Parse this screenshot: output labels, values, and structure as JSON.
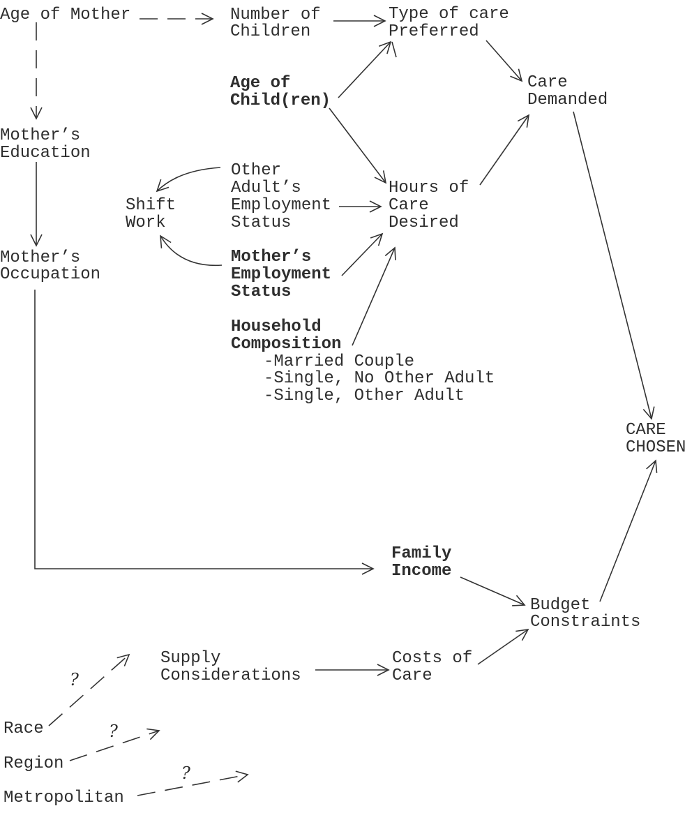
{
  "diagram": {
    "nodes": {
      "age_of_mother": [
        "Age of Mother"
      ],
      "number_of_children": [
        "Number of",
        "Children"
      ],
      "type_of_care": [
        "Type of care",
        "Preferred"
      ],
      "age_of_children": [
        "Age of",
        "Child(ren)"
      ],
      "care_demanded": [
        "Care",
        "Demanded"
      ],
      "mothers_education": [
        "Mother’s",
        "Education"
      ],
      "other_adult_employment": [
        "Other",
        "Adult’s",
        "Employment",
        "Status"
      ],
      "shift_work": [
        "Shift",
        "Work"
      ],
      "hours_of_care": [
        "Hours of",
        "Care",
        "Desired"
      ],
      "mothers_occupation": [
        "Mother’s",
        "Occupation"
      ],
      "mothers_employment": [
        "Mother’s",
        "Employment",
        "Status"
      ],
      "household_composition": [
        "Household",
        "Composition"
      ],
      "household_types": [
        "-Married Couple",
        "-Single, No Other Adult",
        "-Single, Other Adult"
      ],
      "care_chosen": [
        "CARE",
        "CHOSEN"
      ],
      "family_income": [
        "Family",
        "Income"
      ],
      "budget_constraints": [
        "Budget",
        "Constraints"
      ],
      "supply_considerations": [
        "Supply",
        "Considerations"
      ],
      "costs_of_care": [
        "Costs of",
        "Care"
      ],
      "race": [
        "Race"
      ],
      "region": [
        "Region"
      ],
      "metropolitan": [
        "Metropolitan"
      ]
    },
    "question_marks": [
      "?",
      "?",
      "?"
    ]
  }
}
